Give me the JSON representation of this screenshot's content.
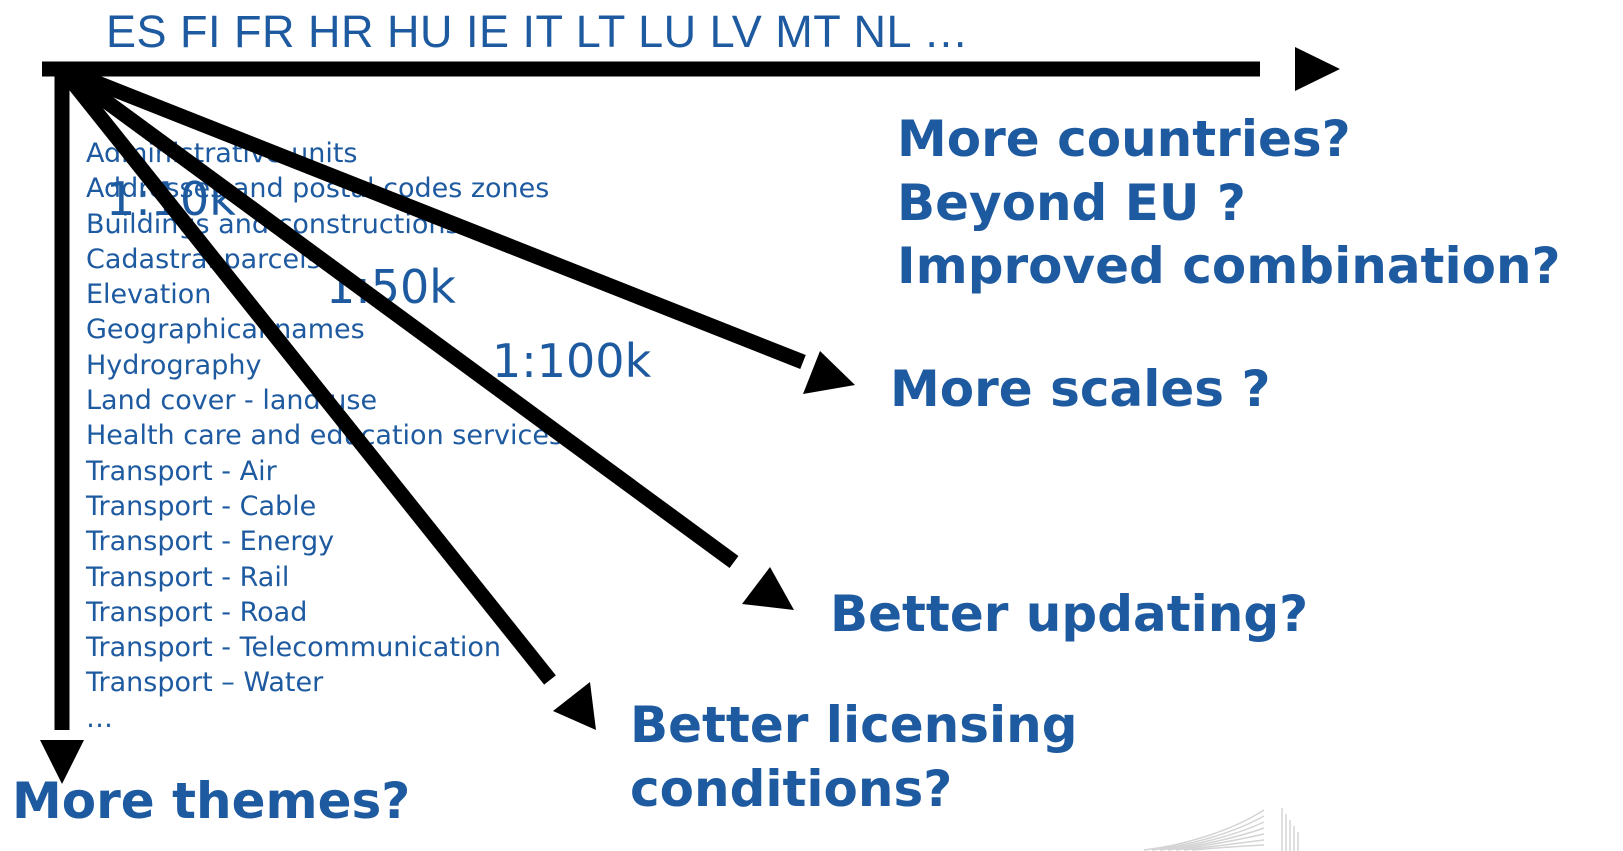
{
  "countries": "ES FI FR HR HU IE IT LT LU LV MT NL …",
  "themes": [
    "Administrative units",
    "Addresses and postal codes zones",
    "Buildings and constructions",
    "Cadastral parcels",
    "Elevation",
    "Geographical names",
    "Hydrography",
    "Land cover - land use",
    "Health care and education services",
    "Transport - Air",
    "Transport - Cable",
    "Transport - Energy",
    "Transport - Rail",
    "Transport - Road",
    "Transport - Telecommunication",
    "Transport – Water",
    "…"
  ],
  "scales": {
    "s10k": "1:10k",
    "s50k": "1:50k",
    "s100k": "1:100k"
  },
  "questions": {
    "countries_1": "More countries?",
    "countries_2": "Beyond EU ?",
    "countries_3": "Improved combination?",
    "scales": "More scales ?",
    "updating": "Better updating?",
    "licensing_1": "Better licensing",
    "licensing_2": "conditions?",
    "themes": "More themes?"
  },
  "colors": {
    "text": "#1e5aa0",
    "arrow": "#000000"
  }
}
